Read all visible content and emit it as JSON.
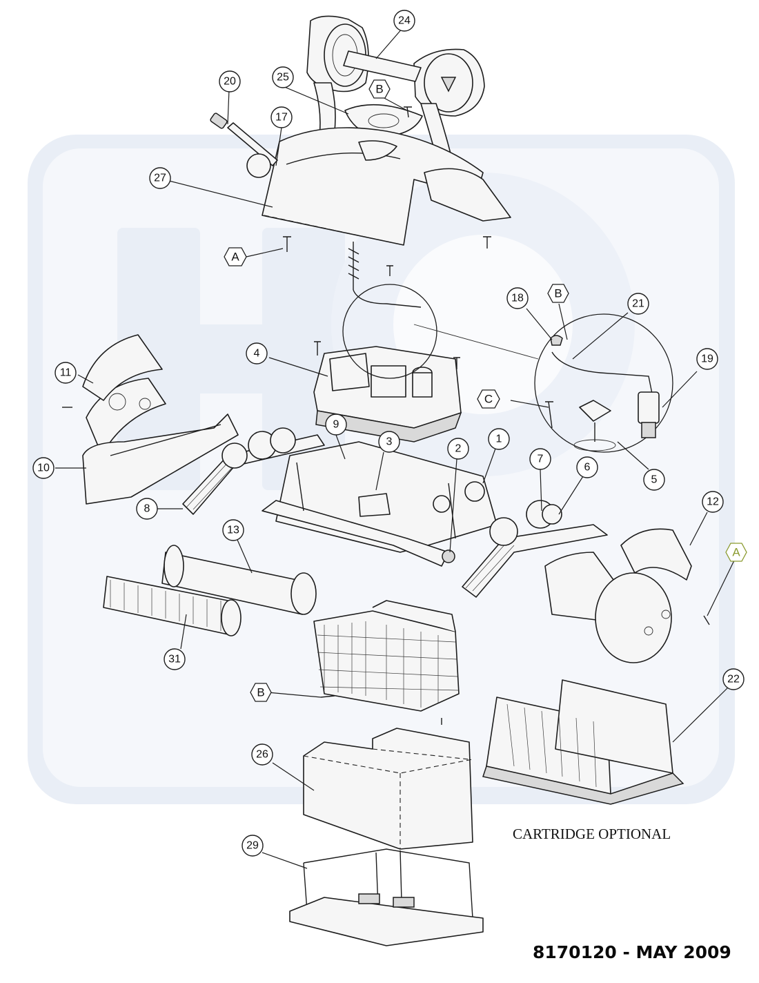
{
  "diagram": {
    "caption": "CARTRIDGE OPTIONAL",
    "document_id": "8170120 - MAY 2009",
    "callouts": [
      "24",
      "20",
      "25",
      "17",
      "27",
      "18",
      "21",
      "4",
      "19",
      "11",
      "10",
      "9",
      "3",
      "2",
      "1",
      "7",
      "6",
      "5",
      "8",
      "12",
      "13",
      "31",
      "22",
      "26",
      "29"
    ],
    "hardware_refs": [
      "A",
      "B",
      "C",
      "B",
      "A",
      "B"
    ],
    "hardware_highlight_color": "#8a9a2e",
    "watermark_color": "#e9eef6"
  }
}
